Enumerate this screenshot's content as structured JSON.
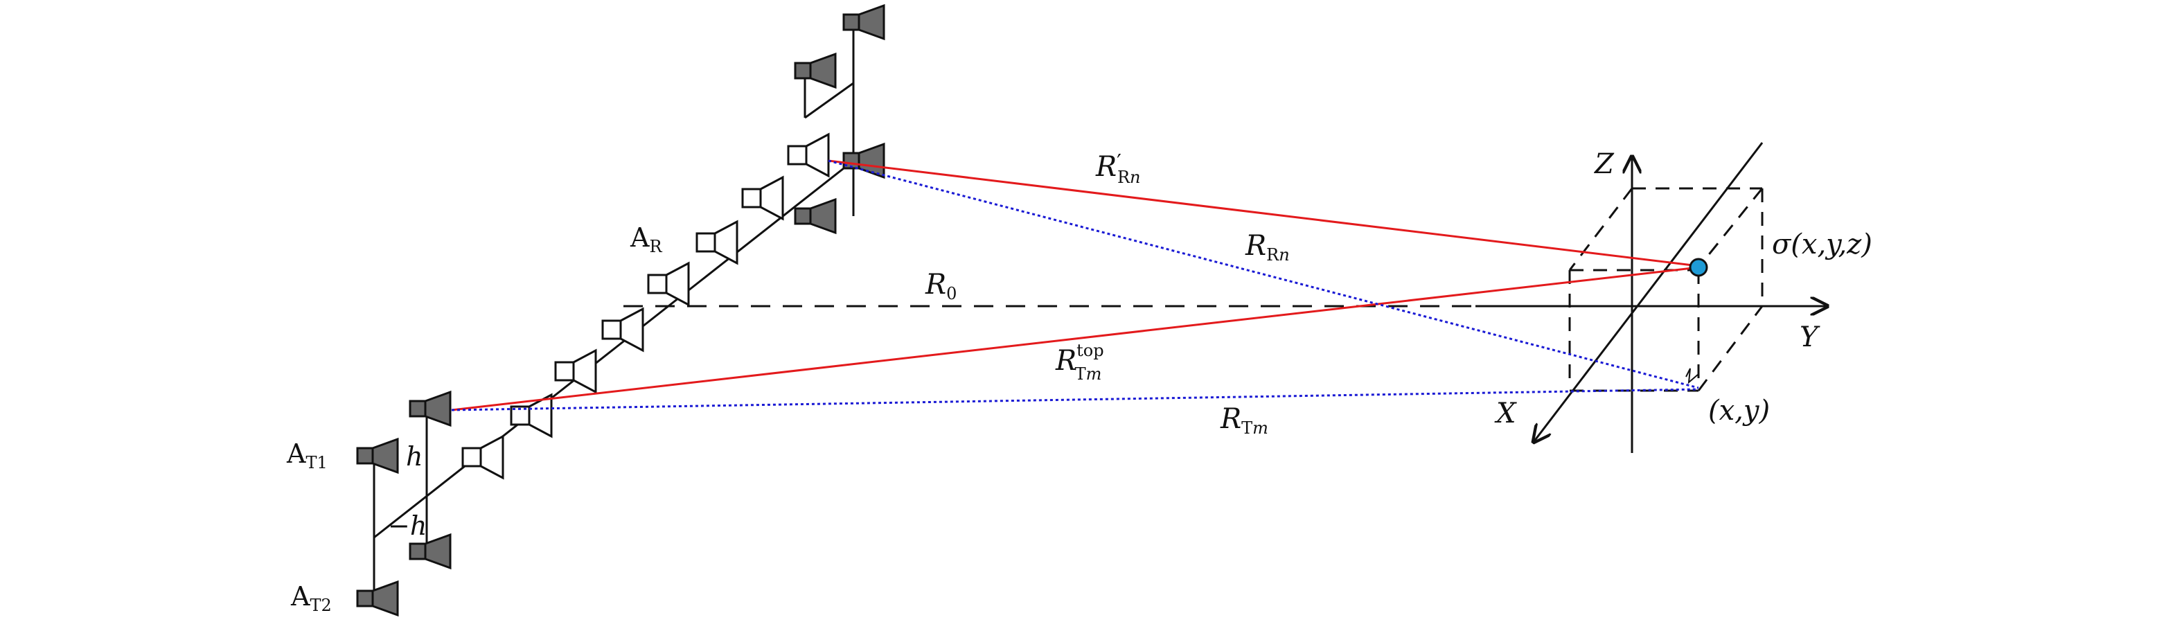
{
  "colors": {
    "direct_path": "#e31a1c",
    "dotted_path": "#1a1ad4",
    "antenna_dark": "#6a6a6a",
    "antenna_light": "#ffffff",
    "target": "#1f9bd6"
  },
  "labels": {
    "A_R": {
      "main": "A",
      "sub": "R"
    },
    "A_T1": {
      "main": "A",
      "sub": "T1"
    },
    "A_T2": {
      "main": "A",
      "sub": "T2"
    },
    "R0": {
      "main": "R",
      "sub": "0"
    },
    "R_Rn_prime": {
      "main": "R",
      "prime": "′",
      "sub": "R",
      "sub_italic": "n"
    },
    "R_Rn": {
      "main": "R",
      "sub": "R",
      "sub_italic": "n"
    },
    "R_Tm_top": {
      "main": "R",
      "sup": "top",
      "sub": "T",
      "sub_italic": "m"
    },
    "R_Tm": {
      "main": "R",
      "sub": "T",
      "sub_italic": "m"
    },
    "h": "h",
    "minus_h": "−h",
    "axis_x": "X",
    "axis_y": "Y",
    "axis_z": "Z",
    "target": "σ(x,y,z)",
    "ground_point": "(x,y)"
  }
}
